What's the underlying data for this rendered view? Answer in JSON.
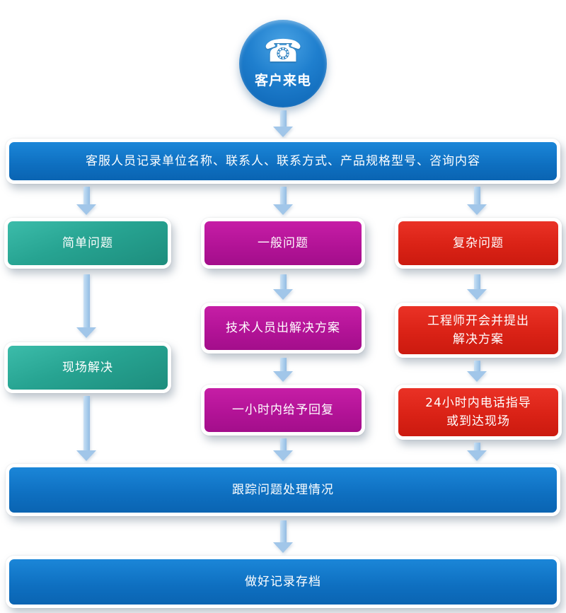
{
  "flow": {
    "start": "客户来电",
    "record": "客服人员记录单位名称、联系人、联系方式、产品规格型号、咨询内容",
    "simple": "简单问题",
    "general": "一般问题",
    "complex": "复杂问题",
    "onsite": "现场解决",
    "tech": "技术人员出解决方案",
    "reply": "一小时内给予回复",
    "meeting": "工程师开会并提出\n解决方案",
    "guide": "24小时内电话指导\n或到达现场",
    "track": "跟踪问题处理情况",
    "archive": "做好记录存档"
  },
  "icons": {
    "phone": "☎"
  },
  "colors": {
    "bar_blue": "#0e6fc0",
    "teal": "#27a492",
    "magenta": "#b31397",
    "red": "#da2216",
    "arrow": "#a9cdec",
    "text": "#ffffff"
  }
}
